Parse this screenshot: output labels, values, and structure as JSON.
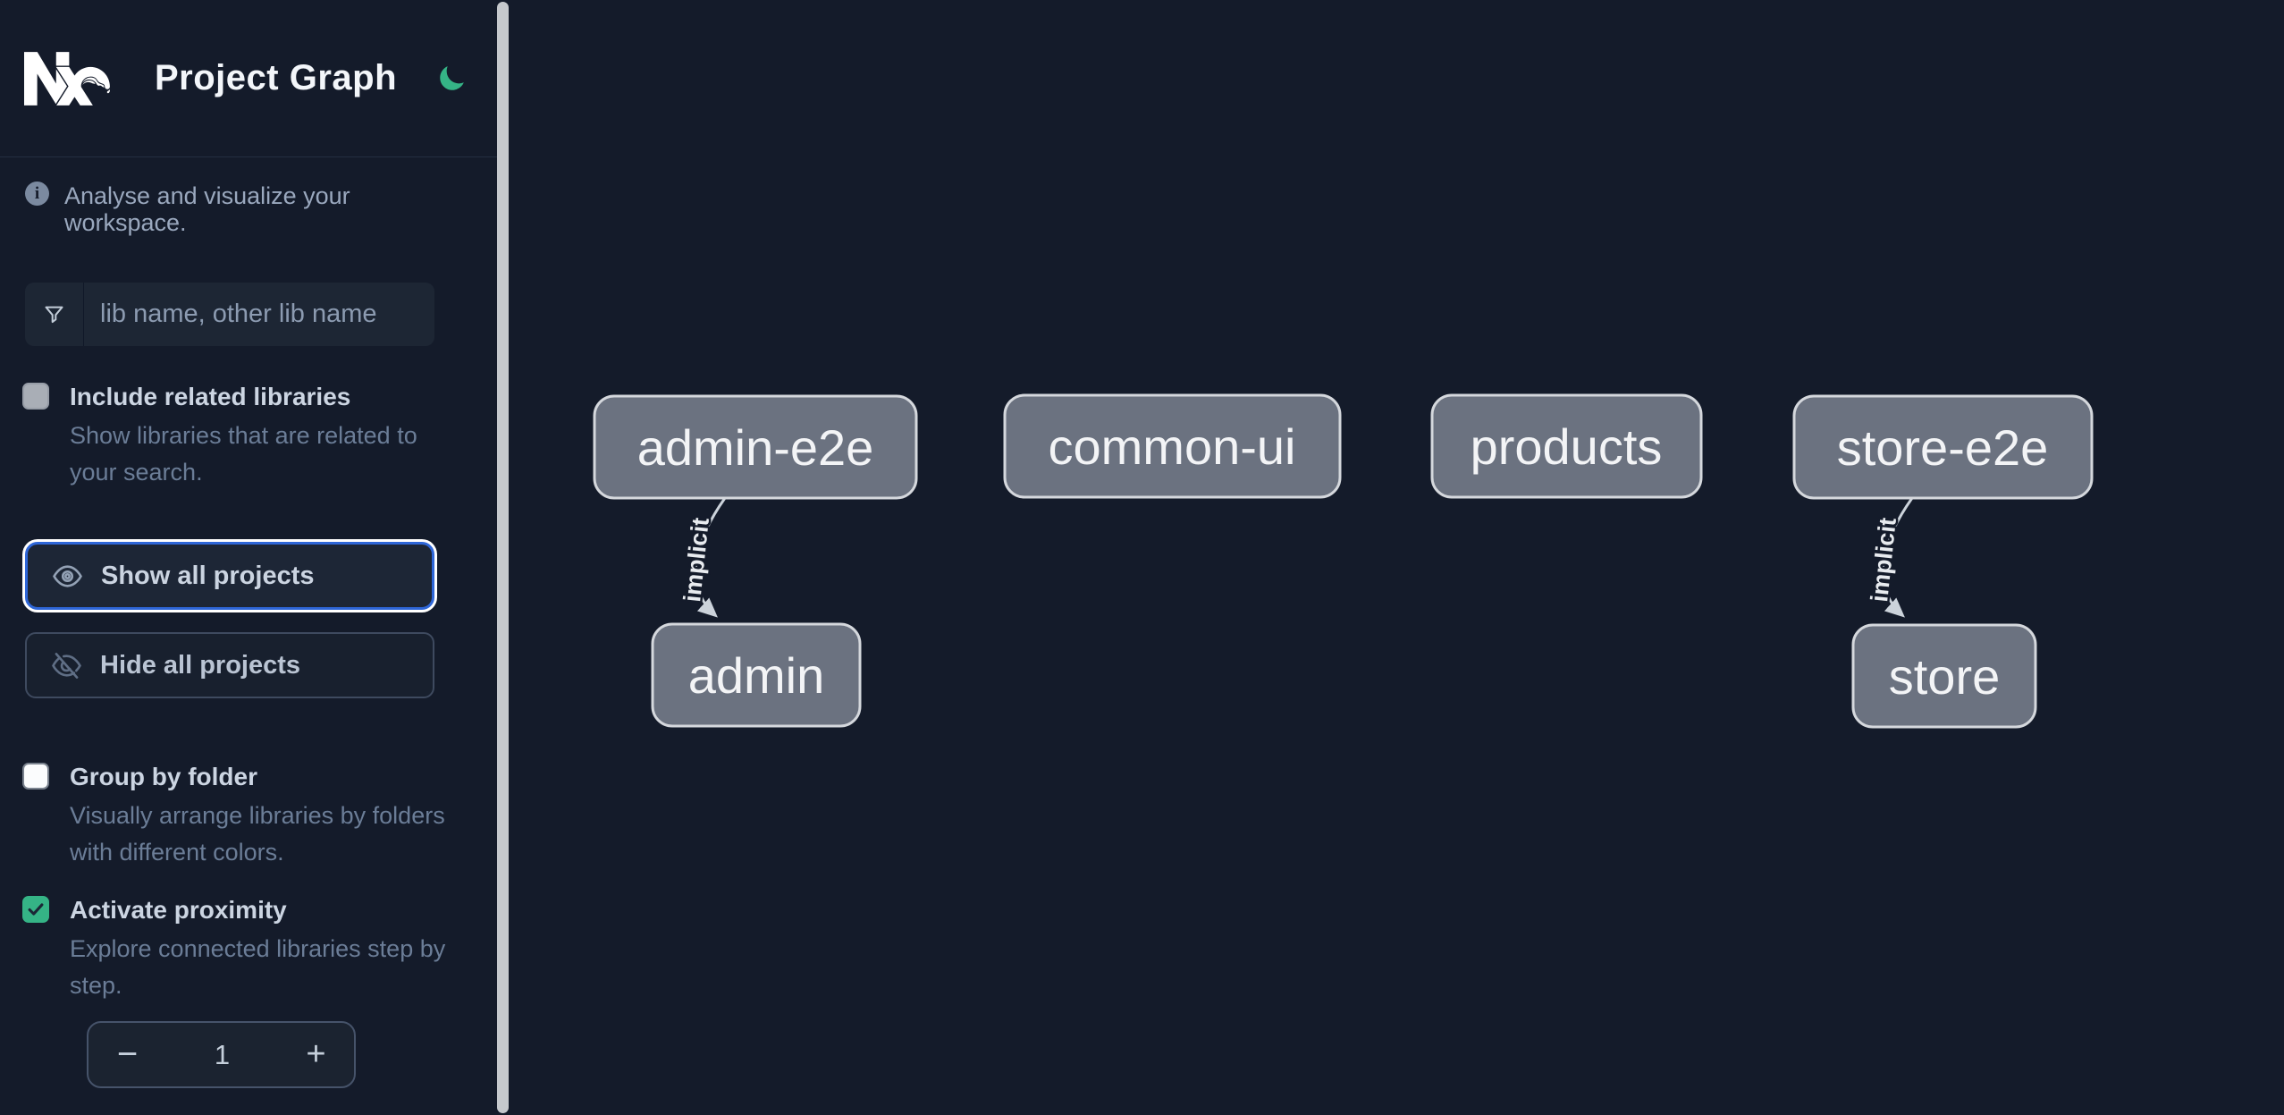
{
  "app": {
    "title": "Project Graph"
  },
  "colors": {
    "background": "#141b2a",
    "accent_green": "#35b486",
    "focus_blue": "#2e66d8",
    "node_fill": "#6b7280",
    "node_border": "#d5d8dd"
  },
  "sidebar": {
    "tagline": "Analyse and visualize your workspace.",
    "search": {
      "placeholder": "lib name, other lib name",
      "value": ""
    },
    "include_related": {
      "label": "Include related libraries",
      "description": "Show libraries that are related to your search.",
      "checked": false
    },
    "actions": {
      "show_all": "Show all projects",
      "hide_all": "Hide all projects"
    },
    "group_by_folder": {
      "label": "Group by folder",
      "description": "Visually arrange libraries by folders with different colors.",
      "checked": false
    },
    "proximity": {
      "label": "Activate proximity",
      "description": "Explore connected libraries step by step.",
      "checked": true,
      "stepper": {
        "decrement": "−",
        "value": "1",
        "increment": "+"
      }
    }
  },
  "graph": {
    "nodes": [
      {
        "label": "admin-e2e"
      },
      {
        "label": "common-ui"
      },
      {
        "label": "products"
      },
      {
        "label": "store-e2e"
      },
      {
        "label": "admin"
      },
      {
        "label": "store"
      }
    ],
    "edges": [
      {
        "source": "admin-e2e",
        "target": "admin",
        "label": "implicit"
      },
      {
        "source": "store-e2e",
        "target": "store",
        "label": "implicit"
      }
    ]
  }
}
